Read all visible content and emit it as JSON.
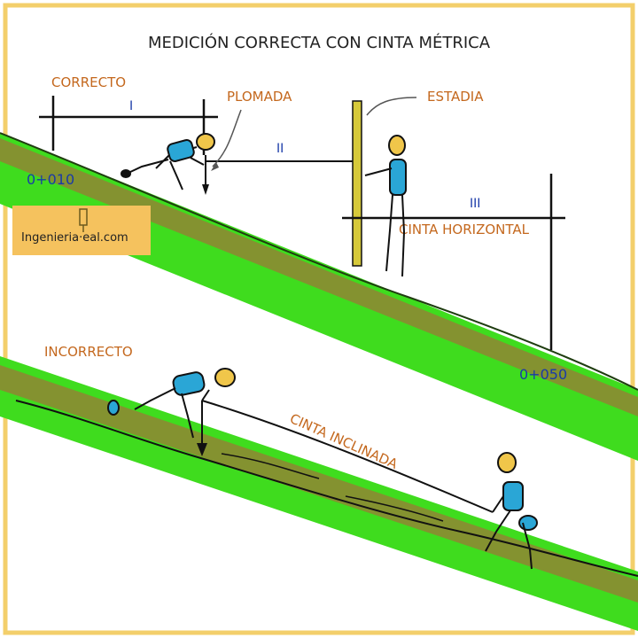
{
  "title": "MEDICIÓN CORRECTA CON CINTA MÉTRICA",
  "correct_section": {
    "label": "CORRECTO",
    "segments": [
      "I",
      "II",
      "III"
    ],
    "plumb_label": "PLOMADA",
    "rod_label": "ESTADIA",
    "tape_label": "CINTA HORIZONTAL",
    "station_start": "0+010",
    "station_end": "0+050"
  },
  "incorrect_section": {
    "label": "INCORRECTO",
    "tape_label": "CINTA INCLINADA"
  },
  "watermark": {
    "text": "Ingenieria·eal.com"
  },
  "colors": {
    "border": "#f3cf6b",
    "grass": "#3fdc1e",
    "earth": "#8c8a32",
    "orange_text": "#c4681e",
    "blue_text": "#1a3aa8",
    "rod": "#d6c93a",
    "shirt": "#2aa6d6",
    "skin": "#f0c64a",
    "watermark_bg": "#f5c25e"
  },
  "icons": [
    "measuring-tape-icon",
    "plumb-bob-icon",
    "surveyor-figure-icon"
  ]
}
